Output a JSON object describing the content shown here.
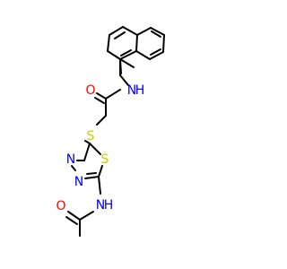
{
  "colors": {
    "background": "#FFFFFF",
    "bond": "#000000",
    "carbon": "#000000",
    "nitrogen": "#0000FF",
    "oxygen": "#FF0000",
    "sulfur": "#CCCC00"
  },
  "atoms": {
    "o_amide_upper": {
      "symbol": "O",
      "element": "oxygen"
    },
    "nh_naphthyl": {
      "symbol": "N",
      "element": "nitrogen",
      "hydrogen": "H"
    },
    "s_thioether": {
      "symbol": "S",
      "element": "sulfur"
    },
    "s_ring": {
      "symbol": "S",
      "element": "sulfur"
    },
    "n_ring_upper": {
      "symbol": "N",
      "element": "nitrogen"
    },
    "n_ring_lower": {
      "symbol": "N",
      "element": "nitrogen"
    },
    "nh_acetamido": {
      "symbol": "N",
      "element": "nitrogen",
      "hydrogen": "H"
    },
    "o_amide_lower": {
      "symbol": "O",
      "element": "oxygen"
    }
  }
}
